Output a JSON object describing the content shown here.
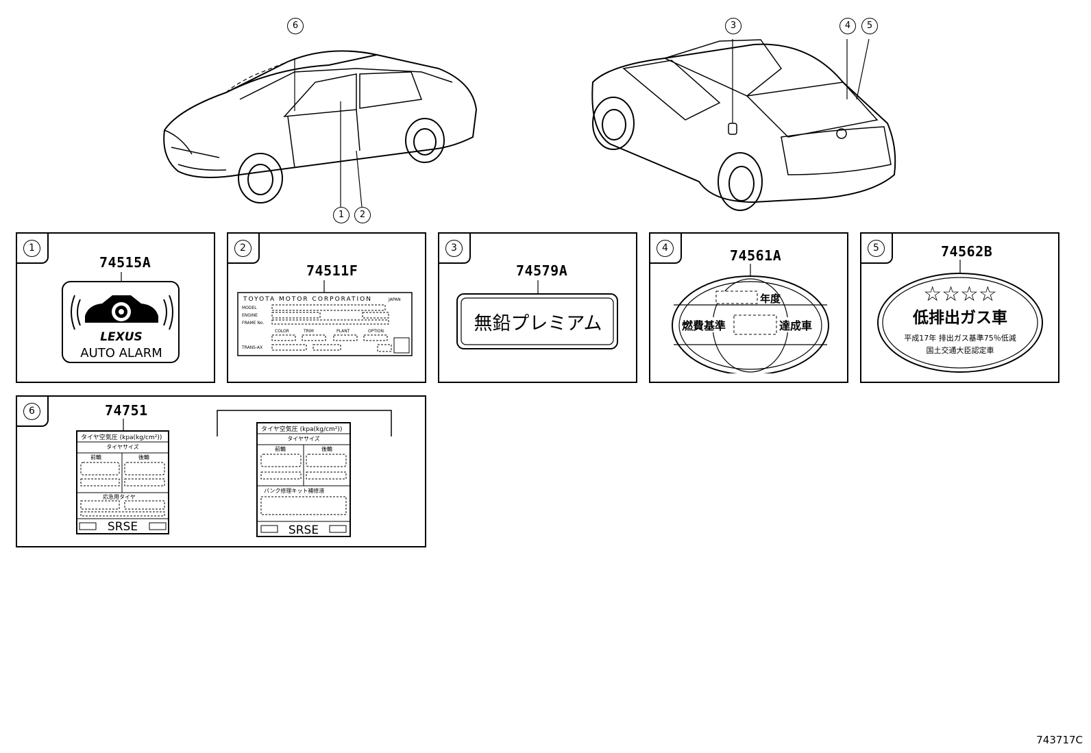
{
  "callouts": [
    "1",
    "2",
    "3",
    "4",
    "5",
    "6"
  ],
  "panels": [
    {
      "num": "1",
      "part": "74515A",
      "lines": [
        "LEXUS",
        "AUTO ALARM"
      ]
    },
    {
      "num": "2",
      "part": "74511F",
      "lines": [
        "TOYOTA MOTOR CORPORATION",
        "JAPAN",
        "MODEL",
        "ENGINE",
        "FRAME No.",
        "COLOR",
        "TRIM",
        "PLANT",
        "OPTION",
        "TRANS-AX"
      ]
    },
    {
      "num": "3",
      "part": "74579A",
      "lines": [
        "無鉛プレミアム"
      ]
    },
    {
      "num": "4",
      "part": "74561A",
      "lines": [
        "年度",
        "燃費基準",
        "達成車"
      ]
    },
    {
      "num": "5",
      "part": "74562B",
      "lines": [
        "☆☆☆☆",
        "低排出ガス車",
        "平成17年 排出ガス基準75％低減",
        "国土交通大臣認定車"
      ]
    },
    {
      "num": "6",
      "part": "74751",
      "lines": [
        "タイヤ空気圧 (kpa(kg/cm²))",
        "タイヤサイズ",
        "前輪",
        "後輪",
        "応急用タイヤ",
        "SRSE",
        "パンク修理キット補修液"
      ]
    }
  ],
  "drawing_code": "743717C"
}
